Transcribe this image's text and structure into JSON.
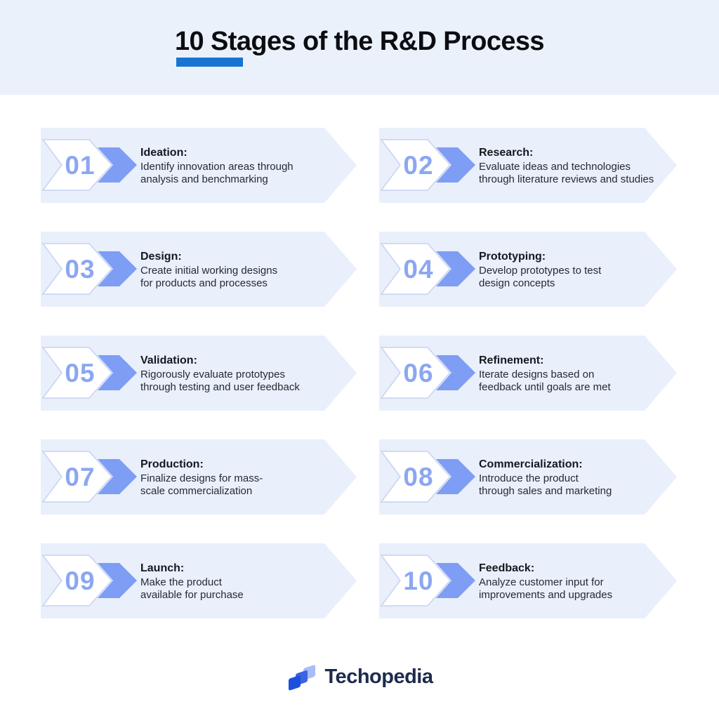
{
  "header": {
    "title": "10 Stages of the R&D Process"
  },
  "stages": [
    {
      "number": "01",
      "title": "Ideation:",
      "description": "Identify innovation areas through\nanalysis and benchmarking"
    },
    {
      "number": "02",
      "title": "Research:",
      "description": "Evaluate ideas and technologies\nthrough literature reviews and studies"
    },
    {
      "number": "03",
      "title": "Design:",
      "description": "Create initial working designs\nfor products and processes"
    },
    {
      "number": "04",
      "title": "Prototyping:",
      "description": "Develop prototypes to test\ndesign concepts"
    },
    {
      "number": "05",
      "title": "Validation:",
      "description": "Rigorously evaluate prototypes\nthrough testing and user feedback"
    },
    {
      "number": "06",
      "title": "Refinement:",
      "description": "Iterate designs based on\nfeedback until goals are met"
    },
    {
      "number": "07",
      "title": "Production:",
      "description": "Finalize designs for mass-\nscale commercialization"
    },
    {
      "number": "08",
      "title": "Commercialization:",
      "description": "Introduce the product\nthrough sales and marketing"
    },
    {
      "number": "09",
      "title": "Launch:",
      "description": "Make the product\navailable for purchase"
    },
    {
      "number": "10",
      "title": "Feedback:",
      "description": "Analyze customer input for\nimprovements and upgrades"
    }
  ],
  "footer": {
    "brand": "Techopedia"
  },
  "icons": {
    "stage_marker": "chevron-right-arrow",
    "brand_logo": "techopedia-layered-squares"
  },
  "colors": {
    "header_bg": "#EBF1FB",
    "banner_bg": "#E9EFFB",
    "accent_underline": "#1774D2",
    "arrow_blue": "#7E9DF4",
    "number_blue": "#8CA7F1",
    "chevron_outline": "#C6D3F2",
    "logo_navy": "#1E2B4D",
    "logo_dark_blue": "#1B50DC",
    "logo_mid_blue": "#3D63DE",
    "logo_light_blue": "#A8BDF8"
  }
}
